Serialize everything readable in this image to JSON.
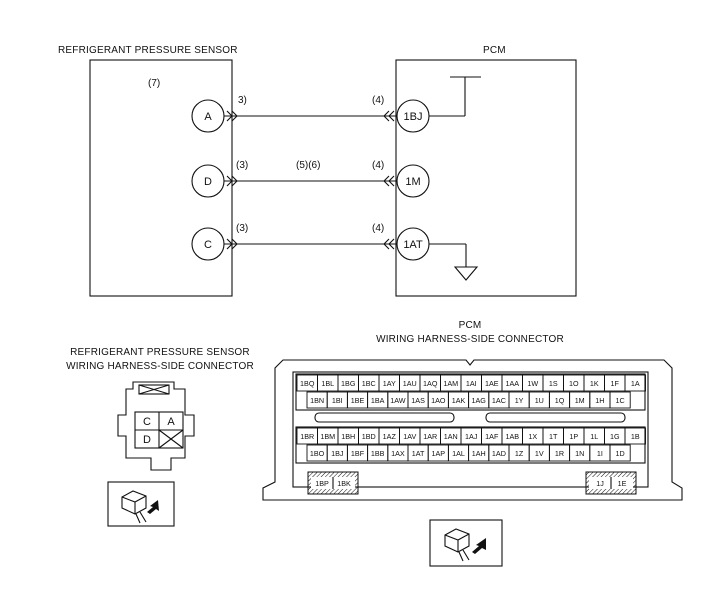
{
  "sensor": {
    "title": "REFRIGERANT PRESSURE SENSOR",
    "ref_mark": "(7)",
    "pins": [
      "A",
      "D",
      "C"
    ]
  },
  "pcm": {
    "title": "PCM",
    "terminals": [
      "1BJ",
      "1M",
      "1AT"
    ]
  },
  "wire_marks": {
    "a_left": "3)",
    "d_left": "(3)",
    "d_mid": "(5)(6)",
    "c_left": "(3)",
    "right": "(4)"
  },
  "sensor_connector": {
    "title_line1": "REFRIGERANT PRESSURE SENSOR",
    "title_line2": "WIRING HARNESS-SIDE CONNECTOR",
    "cells": [
      "C",
      "A",
      "D"
    ]
  },
  "pcm_connector": {
    "title_line1": "PCM",
    "title_line2": "WIRING HARNESS-SIDE CONNECTOR",
    "row1": [
      "1BQ",
      "1BL",
      "1BG",
      "1BC",
      "1AY",
      "1AU",
      "1AQ",
      "1AM",
      "1AI",
      "1AE",
      "1AA",
      "1W",
      "1S",
      "1O",
      "1K",
      "1F",
      "1A"
    ],
    "row2": [
      "1BN",
      "1BI",
      "1BE",
      "1BA",
      "1AW",
      "1AS",
      "1AO",
      "1AK",
      "1AG",
      "1AC",
      "1Y",
      "1U",
      "1Q",
      "1M",
      "1H",
      "1C"
    ],
    "row3": [
      "1BR",
      "1BM",
      "1BH",
      "1BD",
      "1AZ",
      "1AV",
      "1AR",
      "1AN",
      "1AJ",
      "1AF",
      "1AB",
      "1X",
      "1T",
      "1P",
      "1L",
      "1G",
      "1B"
    ],
    "row4": [
      "1BO",
      "1BJ",
      "1BF",
      "1BB",
      "1AX",
      "1AT",
      "1AP",
      "1AL",
      "1AH",
      "1AD",
      "1Z",
      "1V",
      "1R",
      "1N",
      "1I",
      "1D"
    ],
    "bottom_left": [
      "1BP",
      "1BK"
    ],
    "bottom_right": [
      "1J",
      "1E"
    ]
  }
}
